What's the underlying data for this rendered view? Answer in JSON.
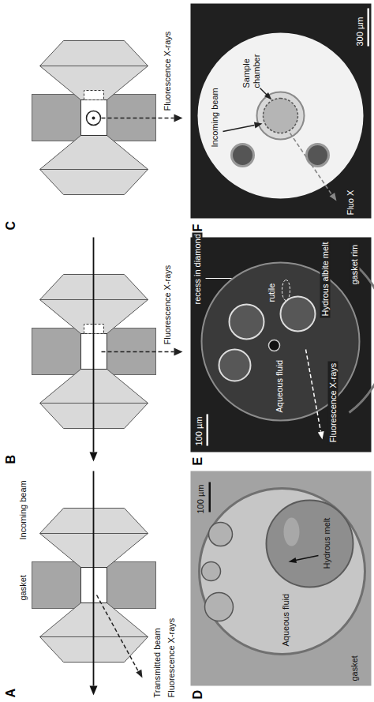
{
  "diagram": {
    "labels": [
      "C",
      "Fluorescence X-rays",
      "B",
      "Fluorescence X-rays",
      "A",
      "gasket",
      "Incoming beam",
      "Transmitted beam",
      "Fluorescence X-rays",
      "F",
      "Incoming beam",
      "Sample chamber",
      "Fluo X",
      "300 µm",
      "E",
      "100 µm",
      "Aqueous fluid",
      "Fluorescence X-rays",
      "recess in diamond",
      "rutile",
      "Hydrous albite melt",
      "gasket rim",
      "D",
      "gasket",
      "Aqueous fluid",
      "Hydrous melt",
      "100 µm"
    ]
  }
}
